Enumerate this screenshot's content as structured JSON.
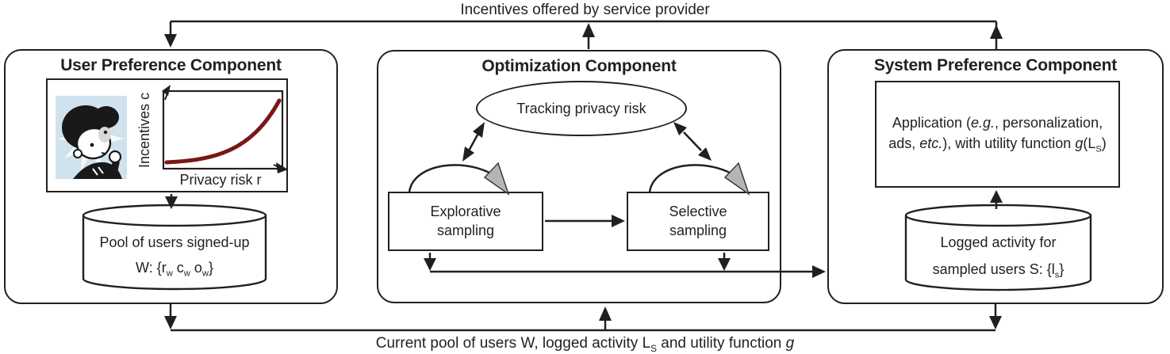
{
  "figure": {
    "top_flow_label": "Incentives offered by service provider",
    "bottom_flow_label": [
      {
        "t": "Current pool of users W,  logged activity L"
      },
      {
        "sub": "S"
      },
      {
        "t": " and utility function "
      },
      {
        "i": "g"
      }
    ]
  },
  "colors": {
    "ink": "#231f20",
    "incentive_curve_red": "#7a1715",
    "loop_arrowhead_gray": "#b5b5b5",
    "illustration_background_blue": "#cfe2ee"
  },
  "user_preference": {
    "title": "User Preference Component",
    "chart": {
      "type": "line",
      "ylabel": "Incentives c",
      "xlabel": "Privacy risk r",
      "curve_shape": "exponential-increasing"
    },
    "pool_cylinder": {
      "line1": "Pool of users signed-up",
      "line2": [
        {
          "t": "W: {r"
        },
        {
          "sub": "w"
        },
        {
          "t": " c"
        },
        {
          "sub": "w"
        },
        {
          "t": " o"
        },
        {
          "sub": "w"
        },
        {
          "t": "}"
        }
      ]
    }
  },
  "optimization": {
    "title": "Optimization Component",
    "tracking_ellipse_label": "Tracking privacy risk",
    "explorative_box_label": "Explorative sampling",
    "selective_box_label": "Selective sampling"
  },
  "system_preference": {
    "title": "System Preference Component",
    "application_box": {
      "line1": [
        {
          "t": "Application ("
        },
        {
          "i": "e.g."
        },
        {
          "t": ", personalization,"
        }
      ],
      "line2": [
        {
          "t": "ads, "
        },
        {
          "i": "etc."
        },
        {
          "t": "), with utility function "
        },
        {
          "i": "g"
        },
        {
          "t": "(L"
        },
        {
          "sub": "S"
        },
        {
          "t": ")"
        }
      ]
    },
    "log_cylinder": {
      "line1": "Logged activity for",
      "line2": [
        {
          "t": "sampled users S: {l"
        },
        {
          "sub": "s"
        },
        {
          "t": "}"
        }
      ]
    }
  }
}
